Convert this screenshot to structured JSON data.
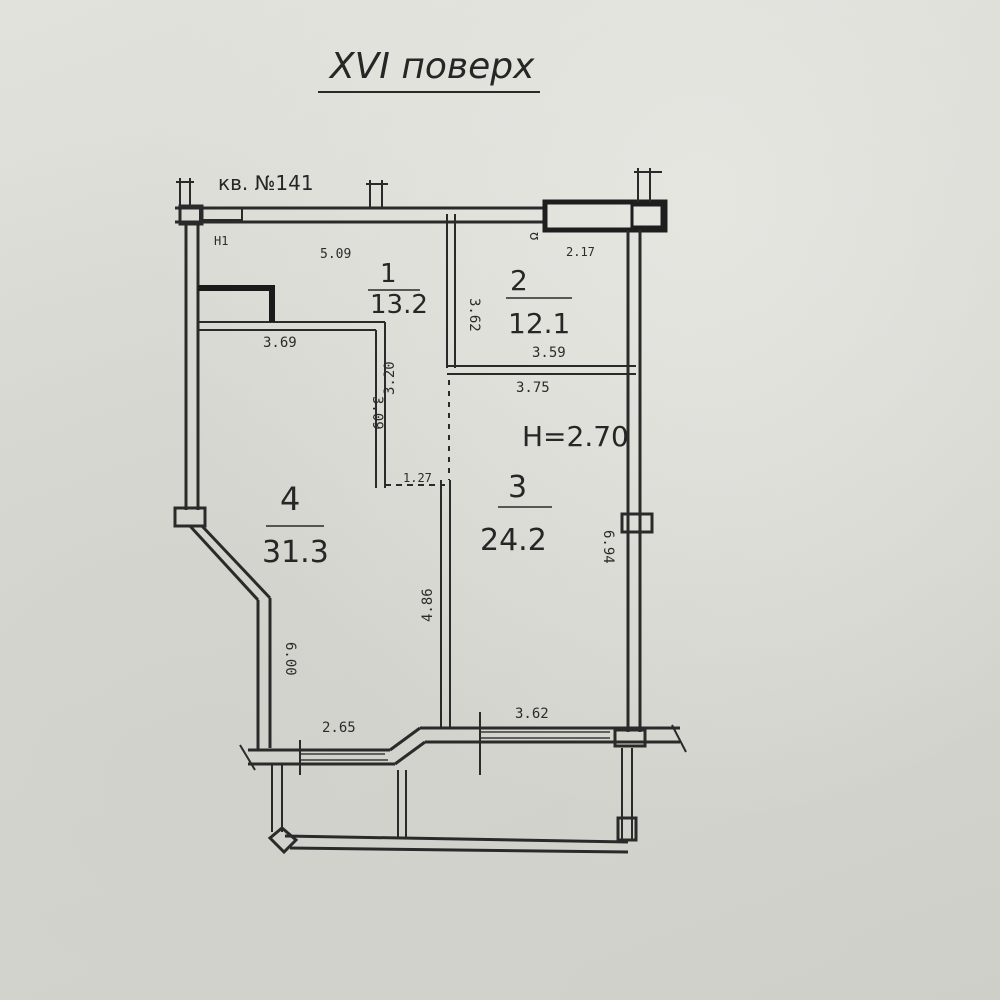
{
  "floor_title": "XVI поверх",
  "apartment_label": "кв. №141",
  "height_label": "H=2.70",
  "rooms": [
    {
      "number": "1",
      "area": "13.2"
    },
    {
      "number": "2",
      "area": "12.1"
    },
    {
      "number": "3",
      "area": "24.2"
    },
    {
      "number": "4",
      "area": "31.3"
    }
  ],
  "dimensions": {
    "d_509": "5.09",
    "d_217": "2.17",
    "d_362_v": "3.62",
    "d_359": "3.59",
    "d_369": "3.69",
    "d_375": "3.75",
    "d_309": "3.09",
    "d_320": "3.20",
    "d_127": "1.27",
    "d_486": "4.86",
    "d_694": "6.94",
    "d_600": "6.00",
    "d_265": "2.65",
    "d_362_h": "3.62"
  },
  "colors": {
    "ink": "#2a2a2a",
    "paper": "#dcdcd6"
  }
}
